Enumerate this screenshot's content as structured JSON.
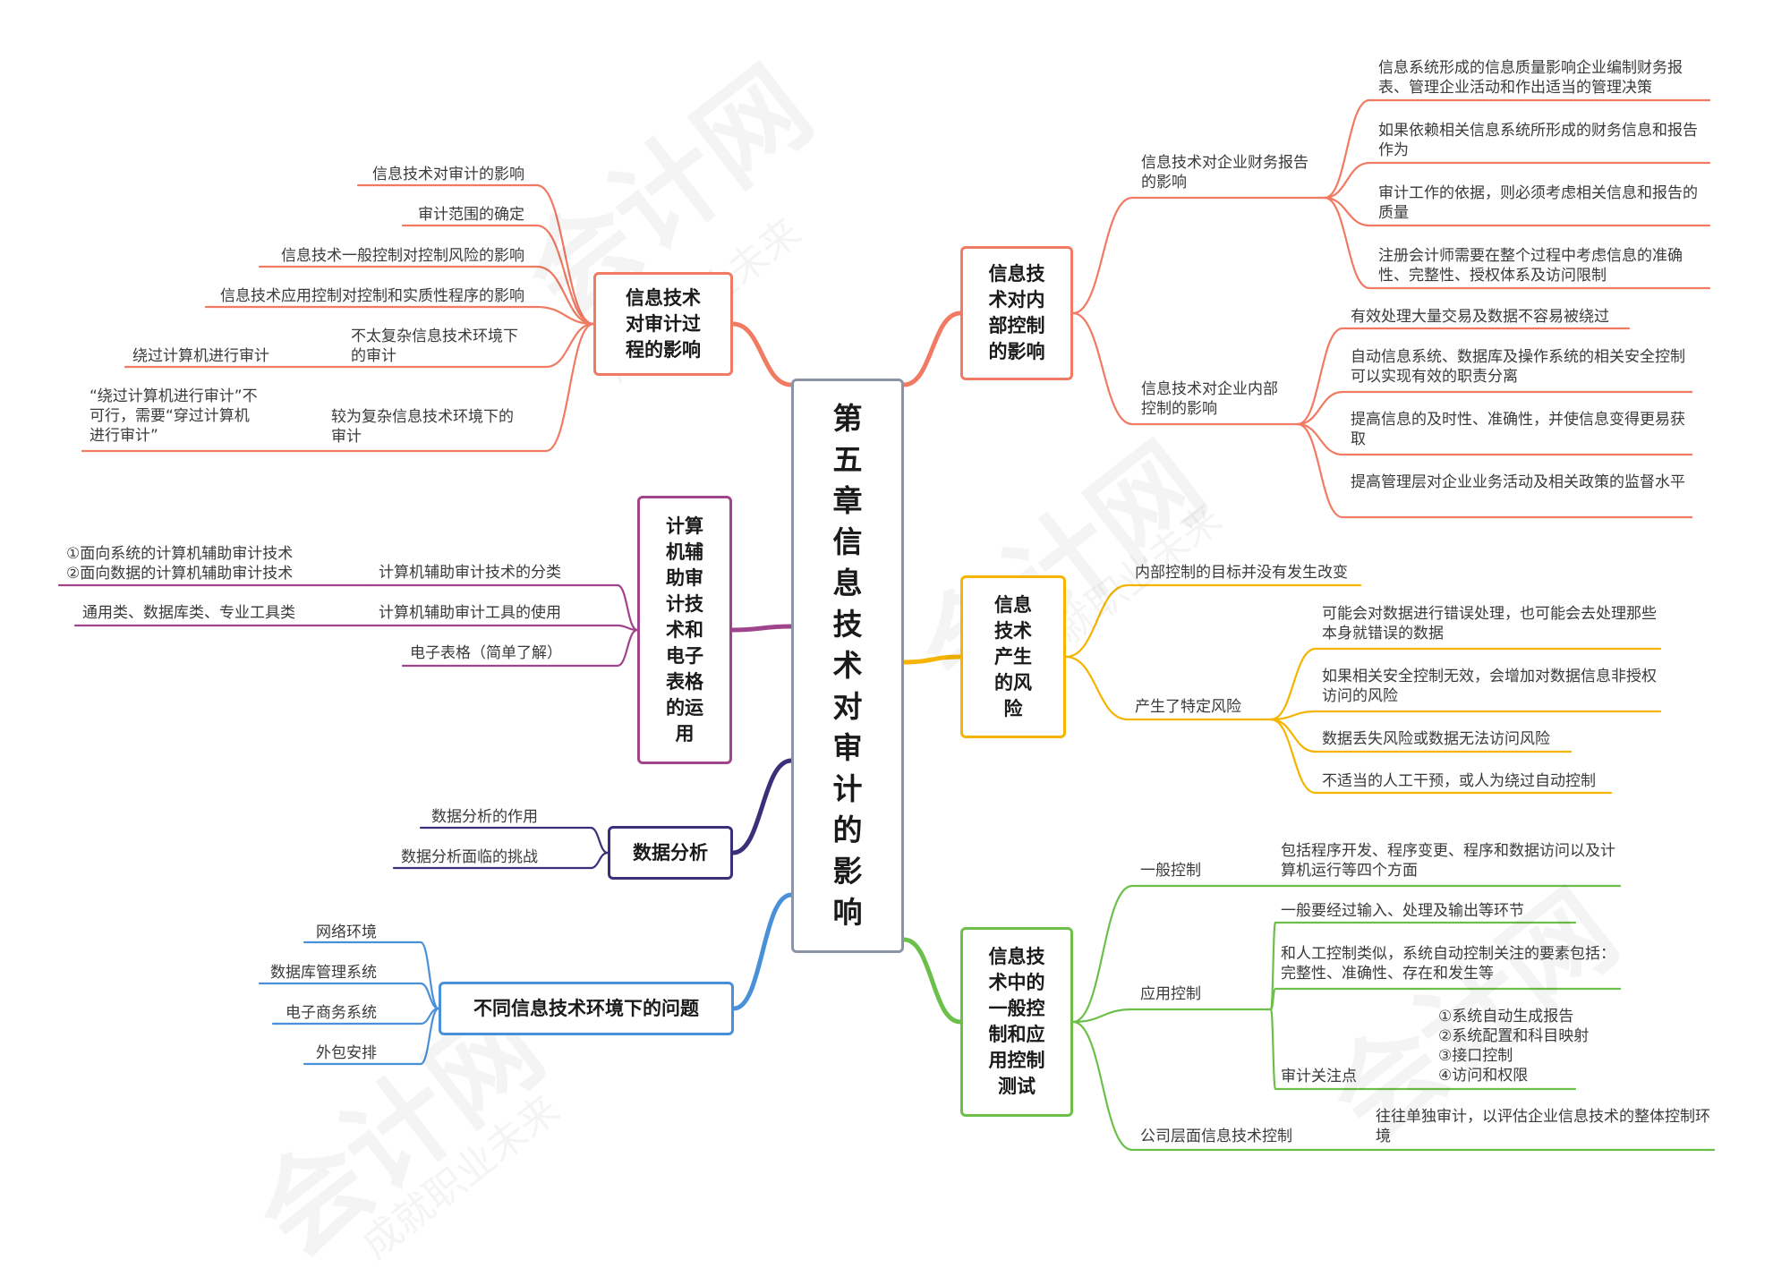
{
  "colors": {
    "salmon": "#f07a62",
    "gold": "#f5b400",
    "green": "#6cc04a",
    "blue": "#4a90d9",
    "purple": "#3d2e7a",
    "magenta": "#a0458c",
    "root_border": "#8a94a6"
  },
  "root": {
    "title": "第五章信息技术对审计的影响"
  },
  "watermark": {
    "logo": "会计网",
    "slogan": "成就职业未来"
  },
  "left": {
    "audit_process": {
      "title": "信息技术对审计过程的影响",
      "items": [
        "信息技术对审计的影响",
        "审计范围的确定",
        "信息技术一般控制对控制风险的影响",
        "信息技术应用控制对控制和实质性程序的影响"
      ],
      "simple_env": "不太复杂信息技术环境下的审计",
      "simple_env_detail": "绕过计算机进行审计",
      "complex_env": "较为复杂信息技术环境下的审计",
      "complex_env_detail": "“绕过计算机进行审计”不可行，需要“穿过计算机进行审计”"
    },
    "caat": {
      "title": "计算机辅助审计技术和电子表格的运用",
      "cat1": "计算机辅助审计技术的分类",
      "cat1_detail_1": "①面向系统的计算机辅助审计技术",
      "cat1_detail_2": "②面向数据的计算机辅助审计技术",
      "cat2": "计算机辅助审计工具的使用",
      "cat2_detail": "通用类、数据库类、专业工具类",
      "cat3": "电子表格（简单了解）"
    },
    "data_analysis": {
      "title": "数据分析",
      "items": [
        "数据分析的作用",
        "数据分析面临的挑战"
      ]
    },
    "environments": {
      "title": "不同信息技术环境下的问题",
      "items": [
        "网络环境",
        "数据库管理系统",
        "电子商务系统",
        "外包安排"
      ]
    }
  },
  "right": {
    "internal_control": {
      "title": "信息技术对内部控制的影响",
      "fin": "信息技术对企业财务报告的影响",
      "fin_items": [
        "信息系统形成的信息质量影响企业编制财务报表、管理企业活动和作出适当的管理决策",
        "如果依赖相关信息系统所形成的财务信息和报告作为",
        "审计工作的依据，则必须考虑相关信息和报告的质量",
        "注册会计师需要在整个过程中考虑信息的准确性、完整性、授权体系及访问限制"
      ],
      "ic": "信息技术对企业内部控制的影响",
      "ic_items": [
        "有效处理大量交易及数据不容易被绕过",
        "自动信息系统、数据库及操作系统的相关安全控制可以实现有效的职责分离",
        "提高信息的及时性、准确性，并使信息变得更易获取",
        "提高管理层对企业业务活动及相关政策的监督水平"
      ]
    },
    "risk": {
      "title": "信息技术产生的风险",
      "unchanged": "内部控制的目标并没有发生改变",
      "specific": "产生了特定风险",
      "specific_items": [
        "可能会对数据进行错误处理，也可能会去处理那些本身就错误的数据",
        "如果相关安全控制无效，会增加对数据信息非授权访问的风险",
        "数据丢失风险或数据无法访问风险",
        "不适当的人工干预，或人为绕过自动控制"
      ]
    },
    "controls": {
      "title": "信息技术中的一般控制和应用控制测试",
      "general": "一般控制",
      "general_detail": "包括程序开发、程序变更、程序和数据访问以及计算机运行等四个方面",
      "app": "应用控制",
      "app_items": [
        "一般要经过输入、处理及输出等环节",
        "和人工控制类似，系统自动控制关注的要素包括：完整性、准确性、存在和发生等"
      ],
      "focus": "审计关注点",
      "focus_items": [
        "①系统自动生成报告",
        "②系统配置和科目映射",
        "③接口控制",
        "④访问和权限"
      ],
      "company": "公司层面信息技术控制",
      "company_detail": "往往单独审计，以评估企业信息技术的整体控制环境"
    }
  }
}
